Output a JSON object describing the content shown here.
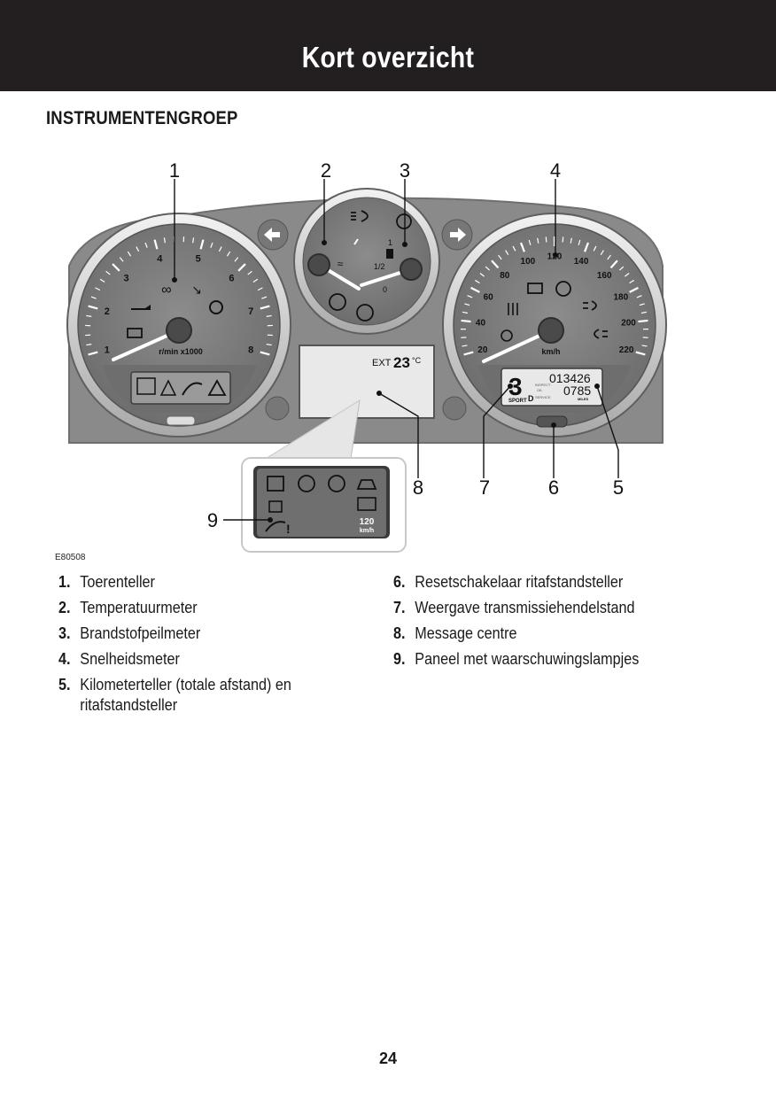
{
  "header": {
    "title": "Kort overzicht"
  },
  "section": {
    "title": "INSTRUMENTENGROEP"
  },
  "figure": {
    "code": "E80508",
    "callouts": [
      "1",
      "2",
      "3",
      "4",
      "5",
      "6",
      "7",
      "8",
      "9"
    ],
    "tachometer": {
      "ticks": [
        "1",
        "2",
        "3",
        "4",
        "5",
        "6",
        "7",
        "8"
      ],
      "unit": "r/min x1000"
    },
    "speedometer": {
      "ticks": [
        "20",
        "40",
        "60",
        "80",
        "100",
        "120",
        "140",
        "160",
        "180",
        "200",
        "220"
      ],
      "unit": "km/h"
    },
    "fuel_gauge": {
      "ticks": [
        "1",
        "1/2",
        "0"
      ]
    },
    "message_centre": {
      "prefix": "EXT",
      "temperature": "23",
      "unit": "°C"
    },
    "odometer": {
      "gear": "3",
      "mode": "SPORT",
      "selector": "D",
      "total": "013426",
      "trip": "0785",
      "labels": [
        "INSPECT",
        "OIL",
        "SERVICE",
        "MILES"
      ]
    },
    "warning_panel": {
      "speed_value": "120",
      "speed_unit": "km/h",
      "warning_mark": "!"
    },
    "icons": [
      "turn-left-arrow",
      "turn-right-arrow",
      "main-beam",
      "tyre-pressure",
      "coolant-temperature",
      "fuel-pump",
      "brake",
      "abs",
      "glow-plug",
      "seatbelt",
      "airbag",
      "oil-pressure",
      "battery",
      "engine-check",
      "parking-brake",
      "front-fog",
      "rear-fog",
      "rear-heater",
      "cruise-control",
      "hill-descent",
      "traction",
      "hazard"
    ]
  },
  "legend": {
    "left": [
      {
        "num": "1.",
        "text": "Toerenteller"
      },
      {
        "num": "2.",
        "text": "Temperatuurmeter"
      },
      {
        "num": "3.",
        "text": "Brandstofpeilmeter"
      },
      {
        "num": "4.",
        "text": "Snelheidsmeter"
      },
      {
        "num": "5.",
        "text": "Kilometerteller (totale afstand) en ritafstandsteller"
      }
    ],
    "right": [
      {
        "num": "6.",
        "text": "Resetschakelaar ritafstandsteller"
      },
      {
        "num": "7.",
        "text": "Weergave transmissiehendelstand"
      },
      {
        "num": "8.",
        "text": "Message centre"
      },
      {
        "num": "9.",
        "text": "Paneel met waarschuwingslampjes"
      }
    ]
  },
  "page": {
    "number": "24"
  },
  "colors": {
    "header_bg": "#231f20",
    "panel": "#8a8a8a",
    "dial": "#7d7d7d",
    "lcd": "#e8e8e8",
    "text": "#1a1a1a"
  }
}
